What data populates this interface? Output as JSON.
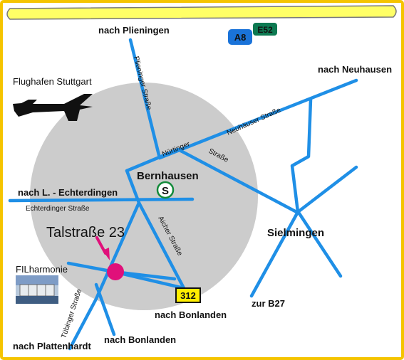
{
  "colors": {
    "frame": "#f5c400",
    "highway": "#ffff66",
    "road": "#1f8fe6",
    "area": "#cccccc",
    "destination": "#e0107a",
    "a8_badge": "#1a73d9",
    "e52_badge": "#0e7a52",
    "route312_badge": "#ffee00",
    "sbahn": "#138a3a"
  },
  "highway": {
    "a8": "A8",
    "e52": "E52"
  },
  "places": {
    "town": "Bernhausen",
    "neighbor_town": "Sielmingen",
    "airport": "Flughafen Stuttgart",
    "venue": "FILharmonie",
    "destination": "Talstraße 23"
  },
  "directions": {
    "plieningen": "nach Plieningen",
    "neuhausen": "nach Neuhausen",
    "echterdingen": "nach L. - Echterdingen",
    "bonlanden_east": "nach Bonlanden",
    "bonlanden_south": "nach Bonlanden",
    "plattenhardt": "nach Plattenhardt",
    "b27": "zur B27"
  },
  "streets": {
    "plieninger": "Plieninger Straße",
    "neuhaeuser": "Neuhäuser Straße",
    "nuertinger_1": "Nürtinger",
    "nuertinger_2": "Straße",
    "echterdinger": "Echterdinger Straße",
    "aicher": "Aicher Straße",
    "tuebinger": "Tübinger Straße"
  },
  "signs": {
    "route_312": "312",
    "sbahn": "S"
  },
  "icons": {
    "airplane": "airplane-icon",
    "building": "building-photo",
    "sbahn": "sbahn-icon",
    "marker": "location-marker-icon",
    "arrow": "pointer-arrow-icon"
  }
}
